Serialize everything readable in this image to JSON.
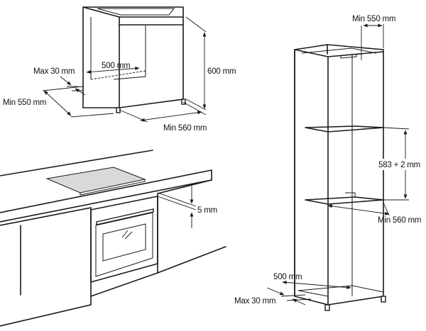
{
  "diagram": {
    "top_unit": {
      "label_depth_opening": "500 mm",
      "label_height": "600 mm",
      "label_max_gap": "Max 30 mm",
      "label_min_depth": "Min 550 mm",
      "label_min_width": "Min 560 mm"
    },
    "kitchen": {
      "label_gap": "5 mm"
    },
    "tall_unit": {
      "label_min_depth": "Min 550 mm",
      "label_niche_height": "583 + 2 mm",
      "label_min_width": "Min 560 mm",
      "label_depth_opening": "500 mm",
      "label_max_gap": "Max 30 mm"
    }
  }
}
